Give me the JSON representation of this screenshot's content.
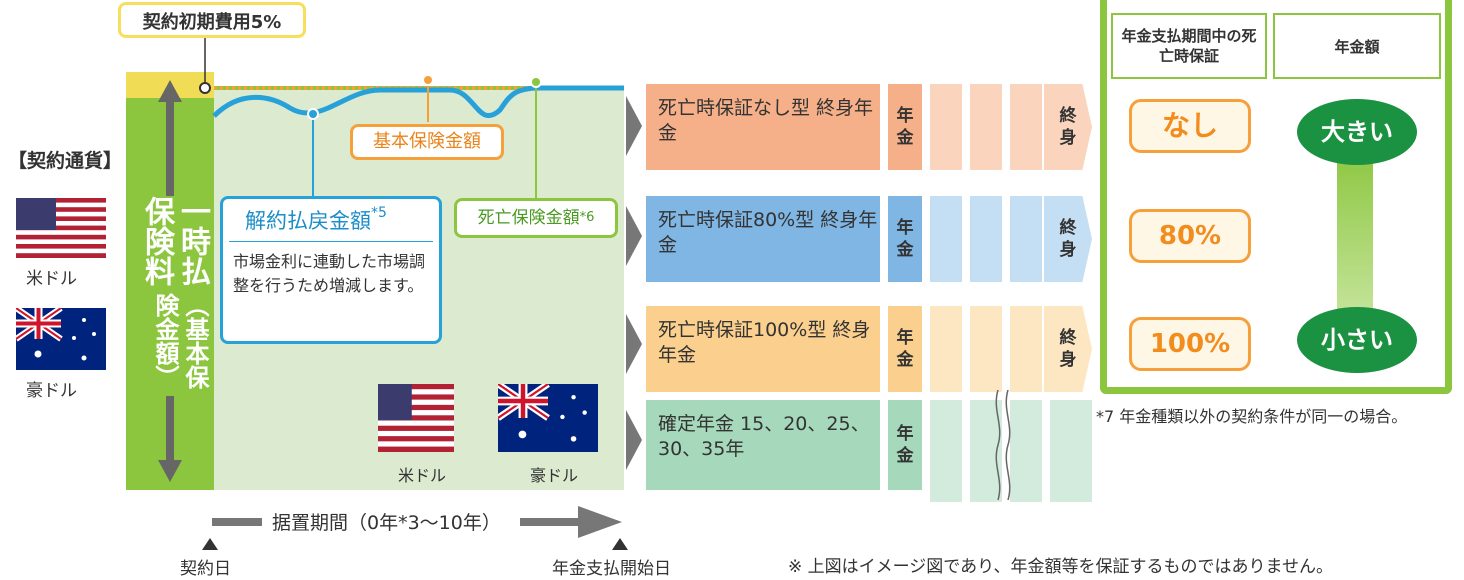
{
  "initial_fee": "契約初期費用5%",
  "currency_header": "【契約通貨】",
  "currencies": {
    "usd": "米ドル",
    "aud": "豪ドル"
  },
  "premium_vertical": "一時払保険料",
  "premium_sub": "（基本保険金額）",
  "labels": {
    "basic": "基本保険金額",
    "surrender": "解約払戻金額",
    "surrender_note": "*5",
    "surrender_desc": "市場金利に連動した市場調整を行うため増減します。",
    "death": "死亡保険金額",
    "death_note": "*6"
  },
  "annuities": [
    {
      "name": "死亡時保証なし型 終身年金",
      "nen": "年金",
      "shu": "終身",
      "color": "#f6b089",
      "light": "#fbd4be"
    },
    {
      "name": "死亡時保証80%型 終身年金",
      "nen": "年金",
      "shu": "終身",
      "color": "#7fb6e3",
      "light": "#c4def3"
    },
    {
      "name": "死亡時保証100%型 終身年金",
      "nen": "年金",
      "shu": "終身",
      "color": "#fbd08e",
      "light": "#fde6c2"
    },
    {
      "name": "確定年金 15、20、25、30、35年",
      "nen": "年金",
      "shu": "",
      "color": "#a6d9bb",
      "light": "#d2ebdc"
    }
  ],
  "panel": {
    "col1": "年金支払期間中の死亡時保証",
    "col2": "年金額",
    "guarantees": [
      "なし",
      "80%",
      "100%"
    ],
    "big": "大きい",
    "small": "小さい"
  },
  "footnote7": "*7 年金種類以外の契約条件が同一の場合。",
  "deferral": "据置期間（0年*3〜10年）",
  "contract_day": "契約日",
  "start_day": "年金支払開始日",
  "disclaimer": "※ 上図はイメージ図であり、年金額等を保証するものではありません。"
}
